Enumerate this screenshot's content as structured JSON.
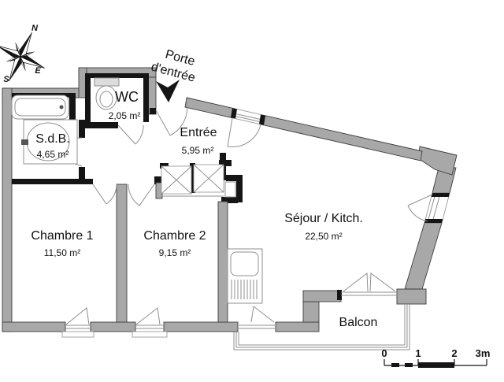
{
  "compass": {
    "n": "N",
    "e": "E",
    "s": "S"
  },
  "entrance_label": {
    "line1": "Porte",
    "line2": "d'entrée"
  },
  "rooms": {
    "wc": {
      "name": "WC",
      "area": "2,05 m²"
    },
    "sdb": {
      "name": "S.d.B.",
      "area": "4,65 m²"
    },
    "entree": {
      "name": "Entrée",
      "area": "5,95 m²"
    },
    "chambre1": {
      "name": "Chambre 1",
      "area": "11,50 m²"
    },
    "chambre2": {
      "name": "Chambre 2",
      "area": "9,15 m²"
    },
    "sejour": {
      "name": "Séjour / Kitch.",
      "area": "22,50 m²"
    },
    "balcon": {
      "name": "Balcon"
    }
  },
  "scale_bar": {
    "ticks": [
      "0",
      "1",
      "2",
      "3m"
    ]
  },
  "colors": {
    "background": "#ffffff",
    "wall_fill": "#a8a8a8",
    "wall_outline": "#3d3d3d",
    "interior_wall": "#151515",
    "thin_line": "#8f8f8f",
    "text": "#111111"
  }
}
